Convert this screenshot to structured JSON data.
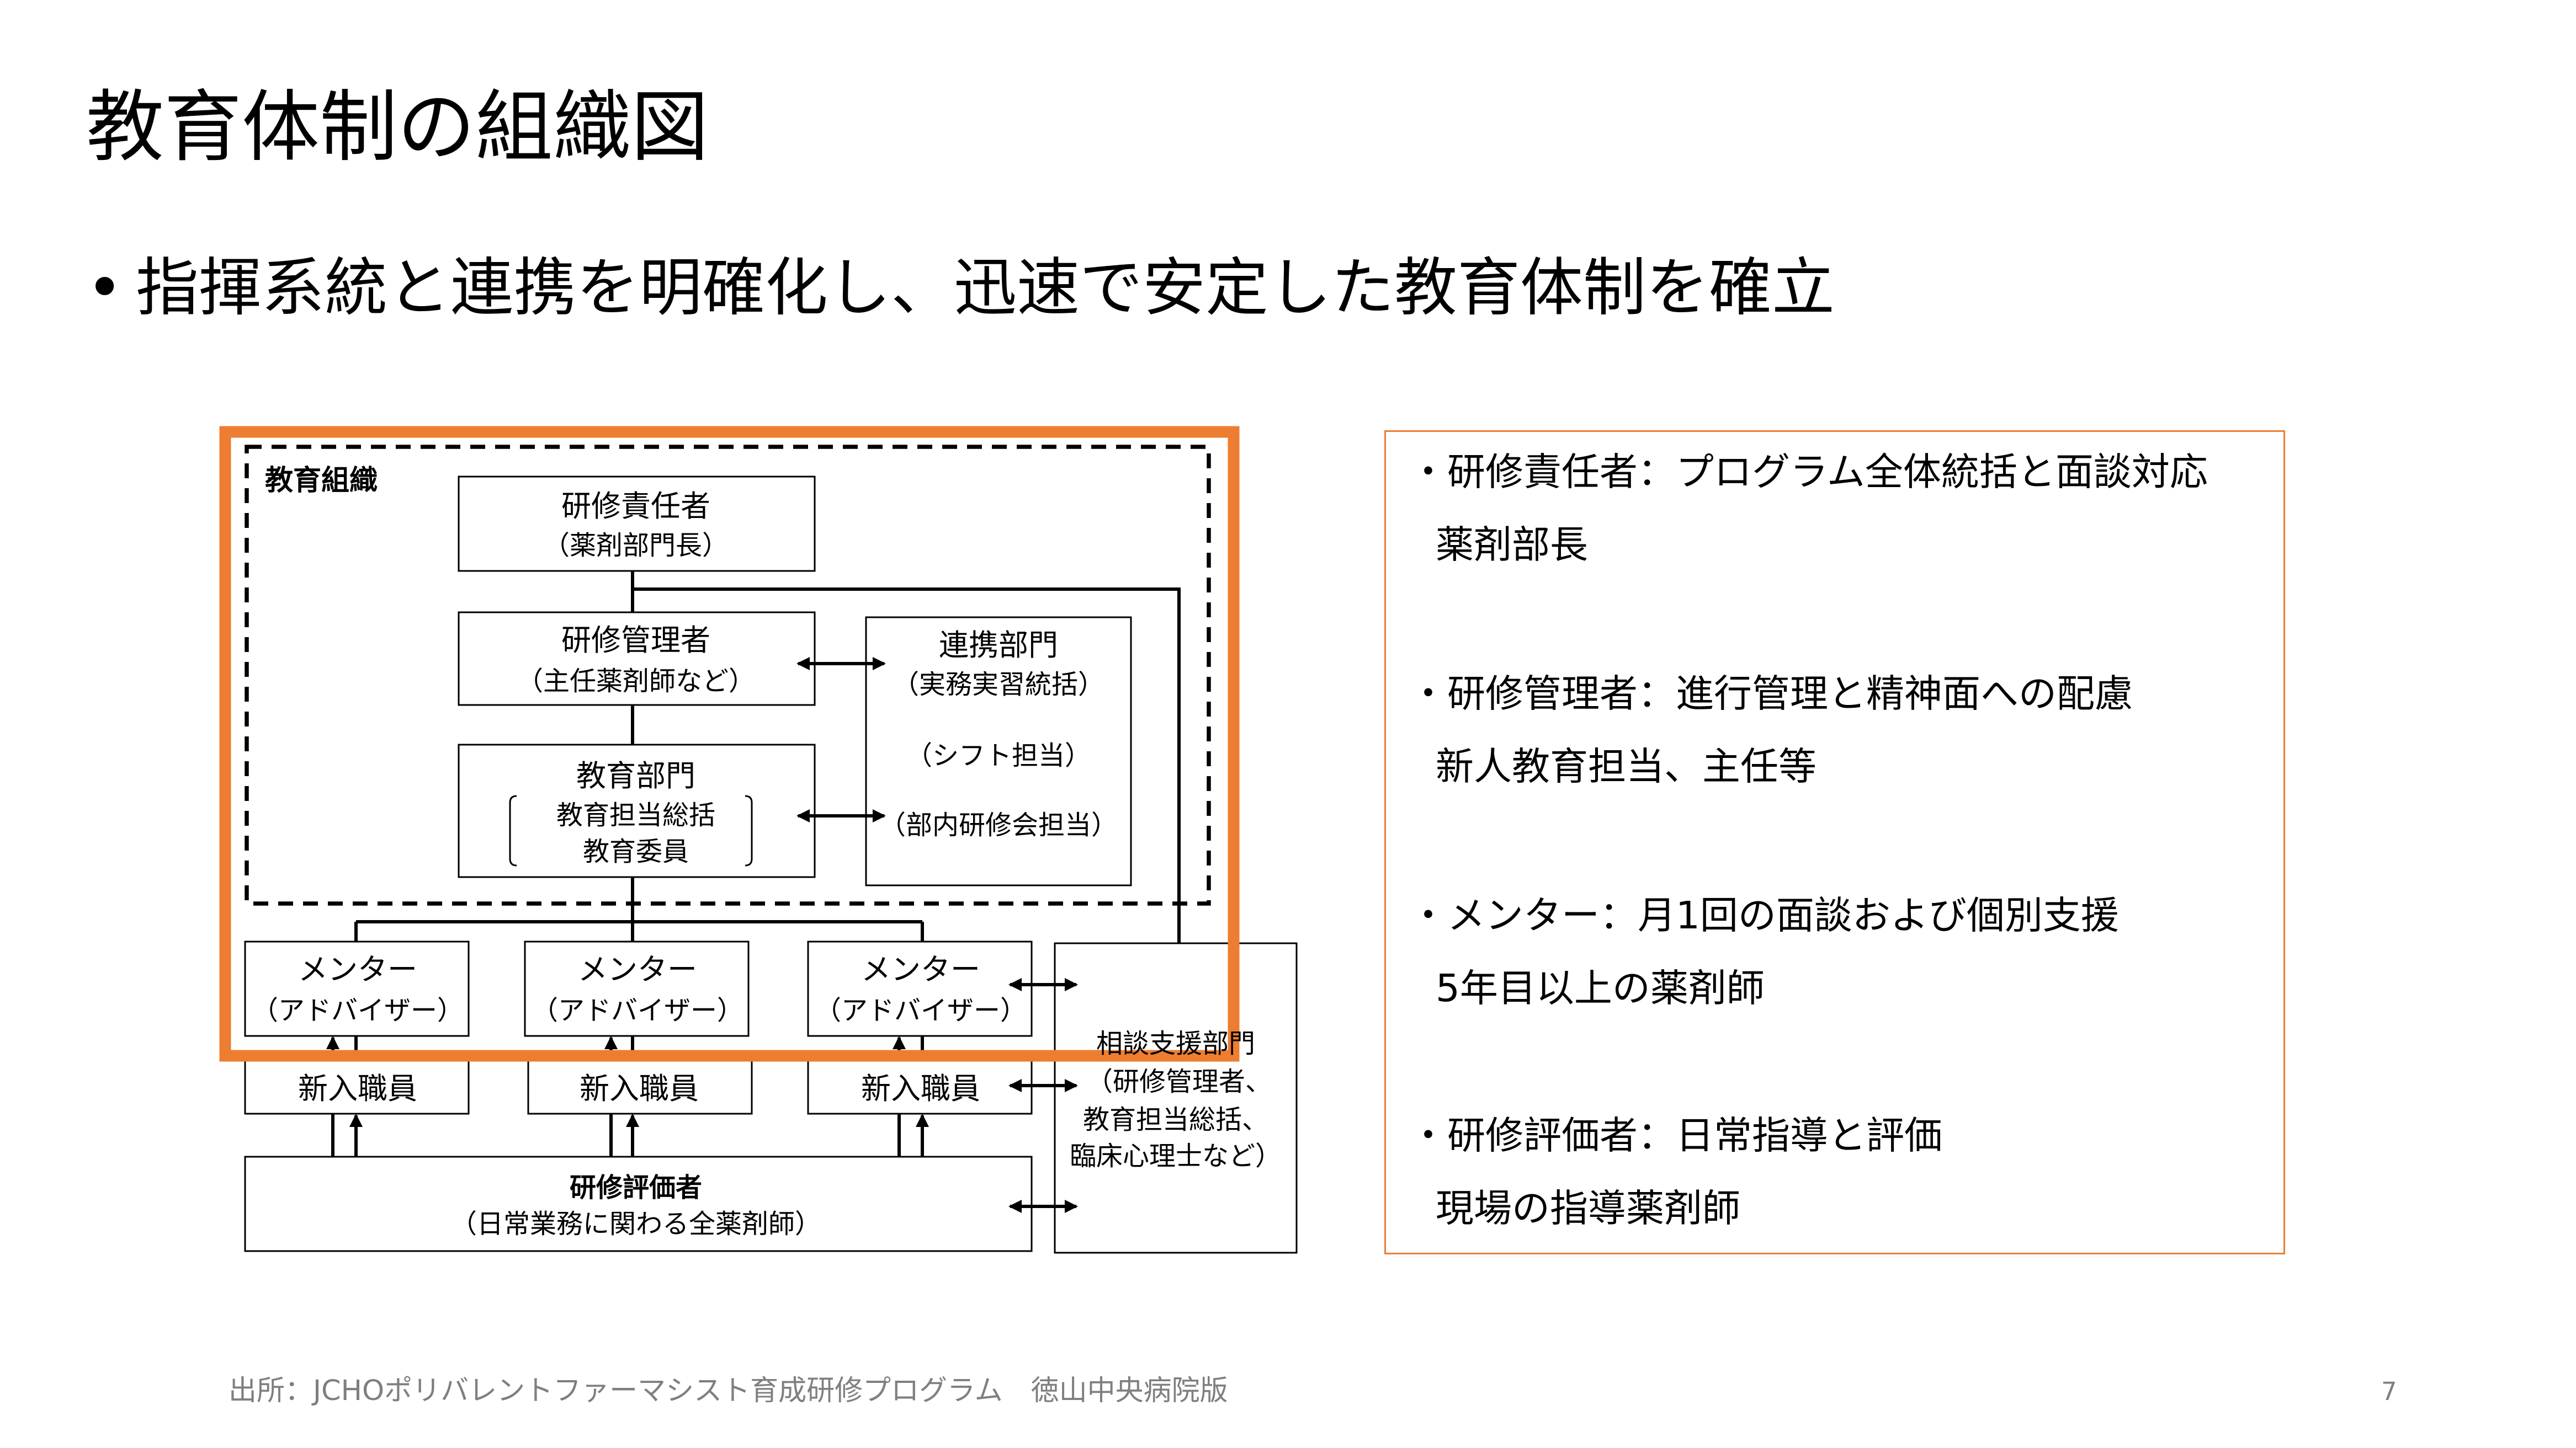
{
  "slide": {
    "title": "教育体制の組織図",
    "bullet": "指揮系統と連携を明確化し、迅速で安定した教育体制を確立",
    "footer": "出所：JCHOポリバレントファーマシスト育成研修プログラム　徳山中央病院版",
    "page_number": "7"
  },
  "diagram": {
    "group_label": "教育組織",
    "training_director": {
      "title": "研修責任者",
      "sub": "（薬剤部門長）"
    },
    "training_manager": {
      "title": "研修管理者",
      "sub": "（主任薬剤師など）"
    },
    "education_dept": {
      "title": "教育部門",
      "line1": "教育担当総括",
      "line2": "教育委員"
    },
    "liaison_dept": {
      "title": "連携部門",
      "line1": "（実務実習統括）",
      "line2": "（シフト担当）",
      "line3": "（部内研修会担当）"
    },
    "mentor": {
      "title": "メンター",
      "sub": "（アドバイザー）"
    },
    "new_staff": "新入職員",
    "evaluator": {
      "title": "研修評価者",
      "sub": "（日常業務に関わる全薬剤師）"
    },
    "consult_dept": {
      "title": "相談支援部門",
      "line1": "（研修管理者、",
      "line2": "教育担当総括、",
      "line3": "臨床心理士など）"
    }
  },
  "info": [
    {
      "role": "・研修責任者：プログラム全体統括と面談対応",
      "detail": "薬剤部長"
    },
    {
      "role": "・研修管理者：進行管理と精神面への配慮",
      "detail": "新人教育担当、主任等"
    },
    {
      "role": "・メンター：月1回の面談および個別支援",
      "detail": "5年目以上の薬剤師"
    },
    {
      "role": "・研修評価者：日常指導と評価",
      "detail": "現場の指導薬剤師"
    }
  ],
  "colors": {
    "accent": "#ED7D31",
    "footer": "#7F7F7F"
  }
}
